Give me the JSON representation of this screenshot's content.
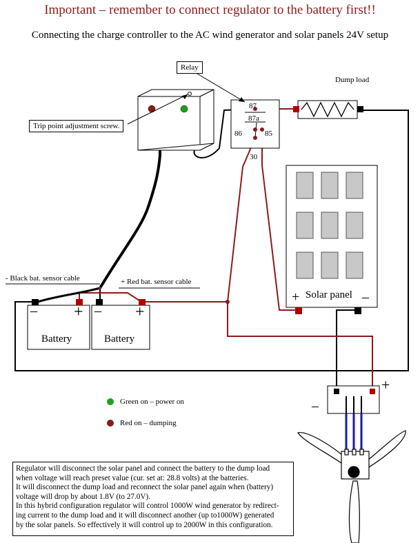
{
  "title": "Important – remember to connect regulator to the battery first!!",
  "subtitle": "Connecting the charge controller to the AC wind generator and solar panels 24V setup",
  "labels": {
    "relay": "Relay",
    "dump_load": "Dump load",
    "trip_point": "Trip point adjustment screw.",
    "black_cable": "- Black bat. sensor cable",
    "red_cable": "+ Red bat. sensor cable",
    "solar_panel": "Solar panel",
    "battery1": "Battery",
    "battery2": "Battery",
    "pin_87": "87",
    "pin_87a": "87a",
    "pin_86": "86",
    "pin_85": "85",
    "pin_30": "30",
    "plus": "+",
    "minus": "–"
  },
  "legend": {
    "green": "Green on – power on",
    "red": "Red on – dumping"
  },
  "colors": {
    "title": "#8b1a1a",
    "wire_red": "#8b1a1a",
    "wire_black": "#000000",
    "led_green": "#1aa31a",
    "led_red": "#8b1a1a",
    "wind_wires": "#1a1aa0",
    "panel_cell": "#c8c8c8"
  },
  "note": [
    "Regulator will disconnect the solar panel and connect the battery to the dump load",
    "when voltage will reach preset value (cur. set at: 28.8 volts) at the batteries.",
    "It will disconnect the dump load and reconnect the solar panel again when (battery)",
    "voltage will drop by about 1.8V (to 27.0V).",
    "In this hybrid configuration regulator will control 1000W wind generator by redirect-",
    "ing current to the dump load and it will disconnect another (up to1000W) generated",
    "by the solar panels. So effectively it will control up to 2000W in this configuration."
  ]
}
